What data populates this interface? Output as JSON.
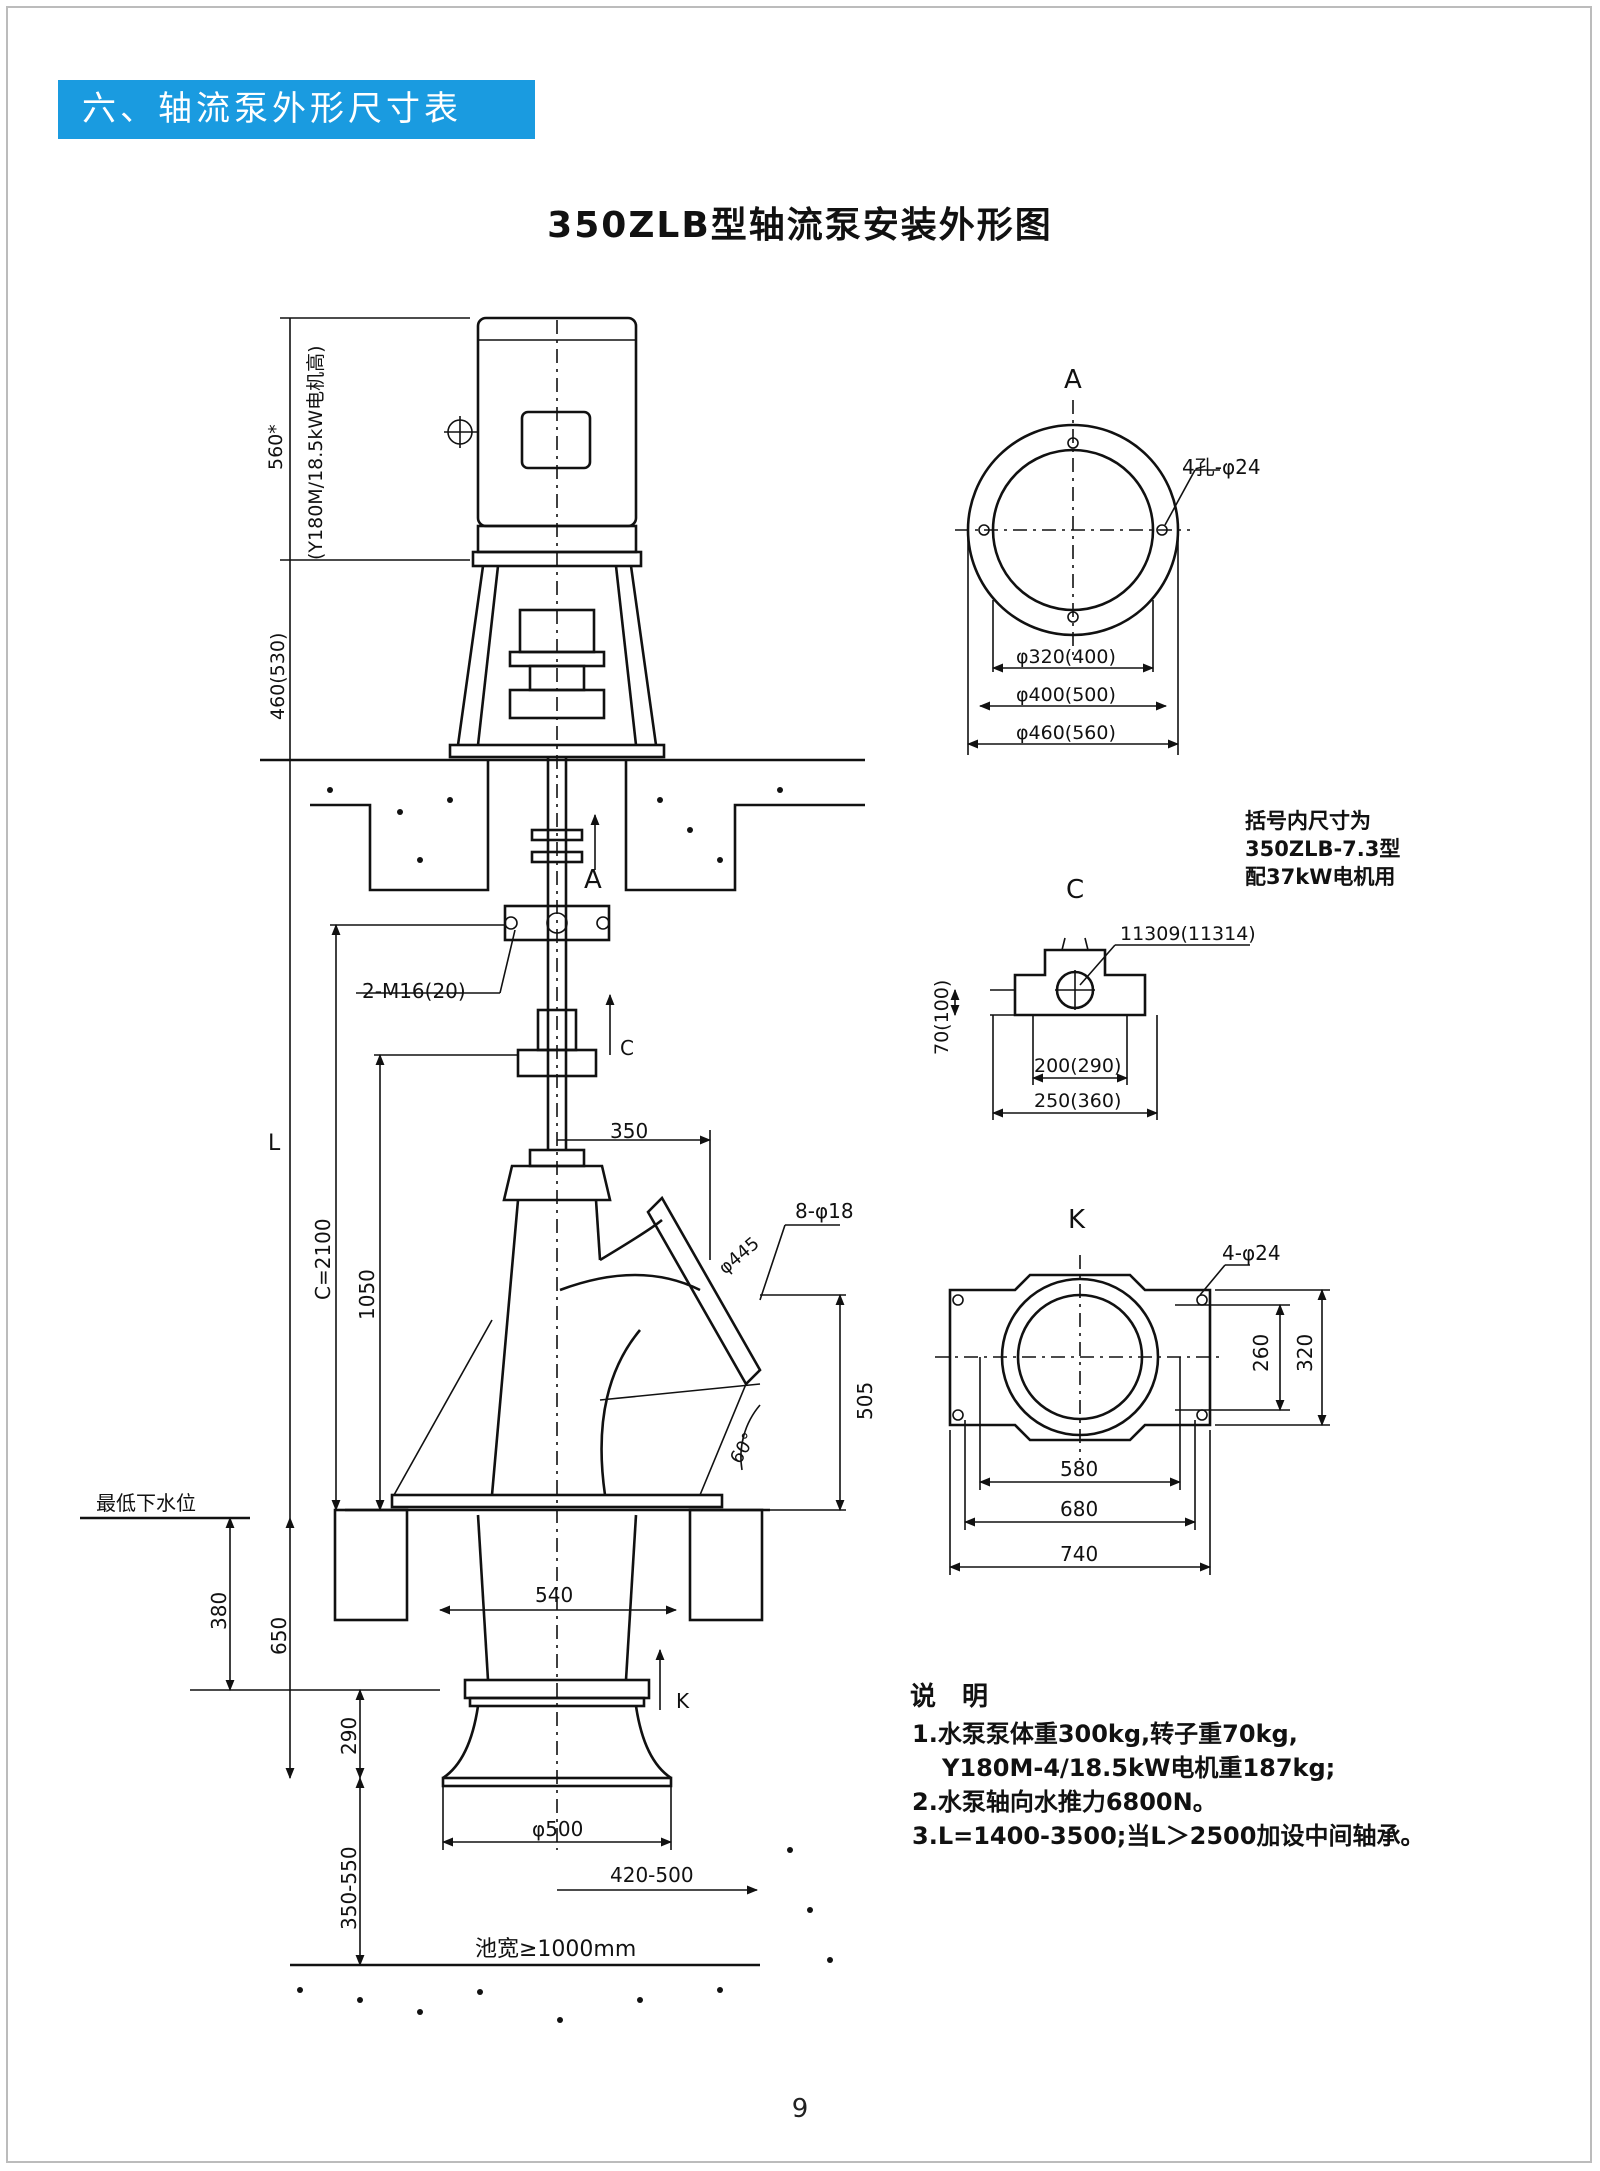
{
  "section_header": "六、轴流泵外形尺寸表",
  "drawing_title": "350ZLB型轴流泵安装外形图",
  "page_number": "9",
  "main_view": {
    "dim_motor_height": "560*",
    "dim_motor_note": "(Y180M/18.5kW电机高)",
    "dim_stand_height": "460(530)",
    "dim_L": "L",
    "dim_C": "C=2100",
    "dim_1050": "1050",
    "dim_350": "350",
    "dim_505": "505",
    "dim_phi445": "φ445",
    "dim_8phi18": "8-φ18",
    "dim_60deg": "60°",
    "label_2M16": "2-M16(20)",
    "label_A": "A",
    "label_C": "C",
    "label_K": "K",
    "min_water_level": "最低下水位",
    "dim_380": "380",
    "dim_650": "650",
    "dim_540": "540",
    "dim_290": "290",
    "dim_phi500": "φ500",
    "dim_350_550": "350-550",
    "dim_420_500": "420-500",
    "pool_width": "池宽≥1000mm"
  },
  "view_A": {
    "title": "A",
    "holes": "4孔-φ24",
    "d1": "φ320(400)",
    "d2": "φ400(500)",
    "d3": "φ460(560)"
  },
  "bracket_note": {
    "line1": "括号内尺寸为",
    "line2": "350ZLB-7.3型",
    "line3": "配37kW电机用"
  },
  "view_C": {
    "title": "C",
    "bearing": "11309(11314)",
    "height": "70(100)",
    "w1": "200(290)",
    "w2": "250(360)"
  },
  "view_K": {
    "title": "K",
    "holes": "4-φ24",
    "h1": "260",
    "h2": "320",
    "w1": "580",
    "w2": "680",
    "w3": "740"
  },
  "notes": {
    "title": "说　明",
    "line1": "1.水泵泵体重300kg,转子重70kg,",
    "line2": "Y180M-4/18.5kW电机重187kg;",
    "line3": "2.水泵轴向水推力6800N。",
    "line4": "3.L=1400-3500;当L＞2500加设中间轴承。"
  }
}
